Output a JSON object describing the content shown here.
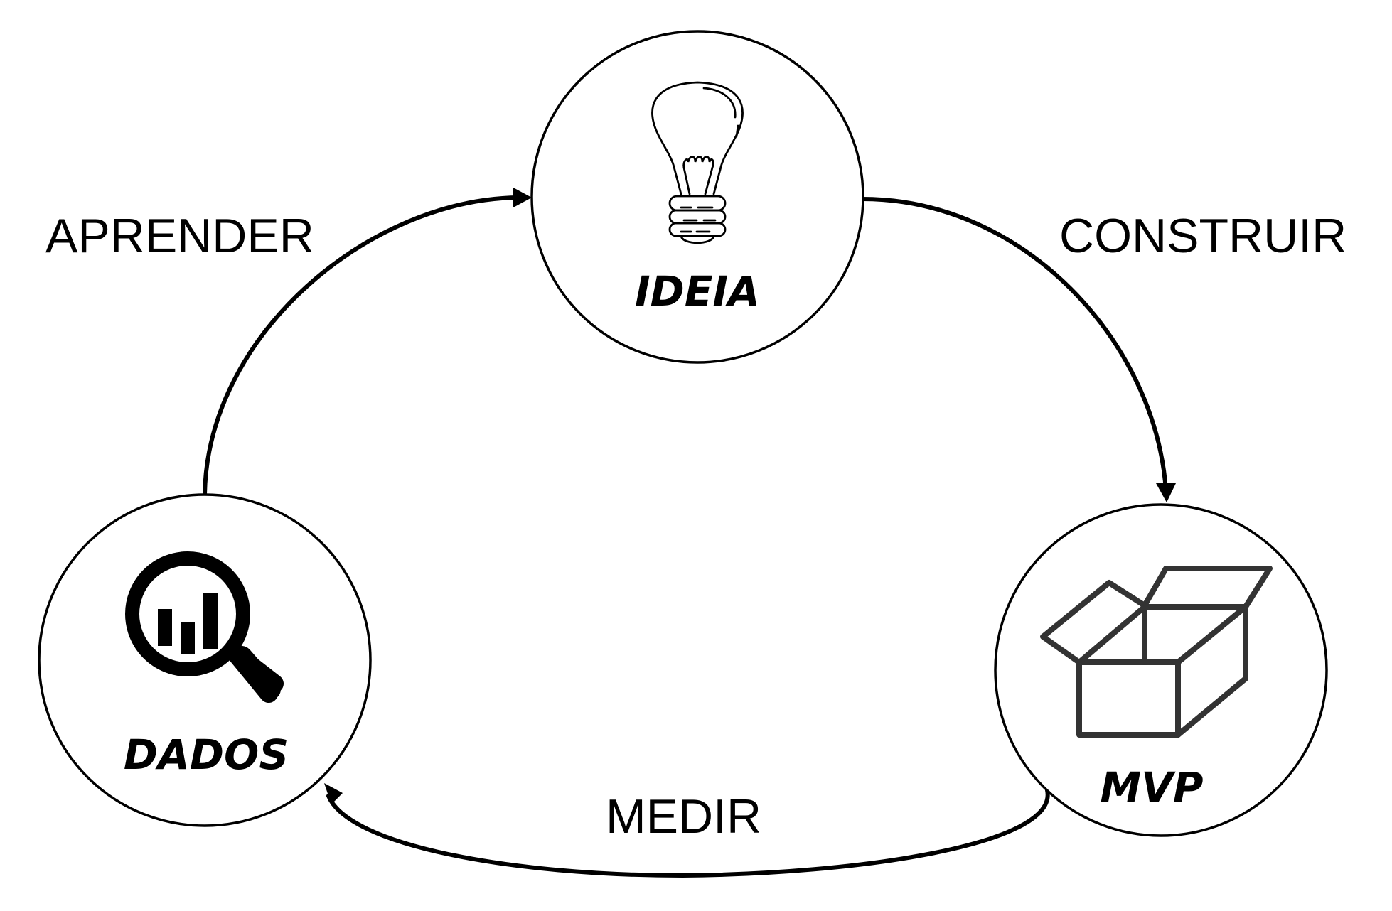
{
  "nodes": {
    "ideia": {
      "label": "IDEIA",
      "icon": "lightbulb-icon"
    },
    "mvp": {
      "label": "MVP",
      "icon": "open-box-icon"
    },
    "dados": {
      "label": "DADOS",
      "icon": "magnifier-chart-icon"
    }
  },
  "edges": {
    "construir": {
      "label": "CONSTRUIR",
      "from": "IDEIA",
      "to": "MVP"
    },
    "medir": {
      "label": "MEDIR",
      "from": "MVP",
      "to": "DADOS"
    },
    "aprender": {
      "label": "APRENDER",
      "from": "DADOS",
      "to": "IDEIA"
    }
  },
  "colors": {
    "stroke": "#000000",
    "background": "#ffffff",
    "icon_box": "#333333"
  }
}
